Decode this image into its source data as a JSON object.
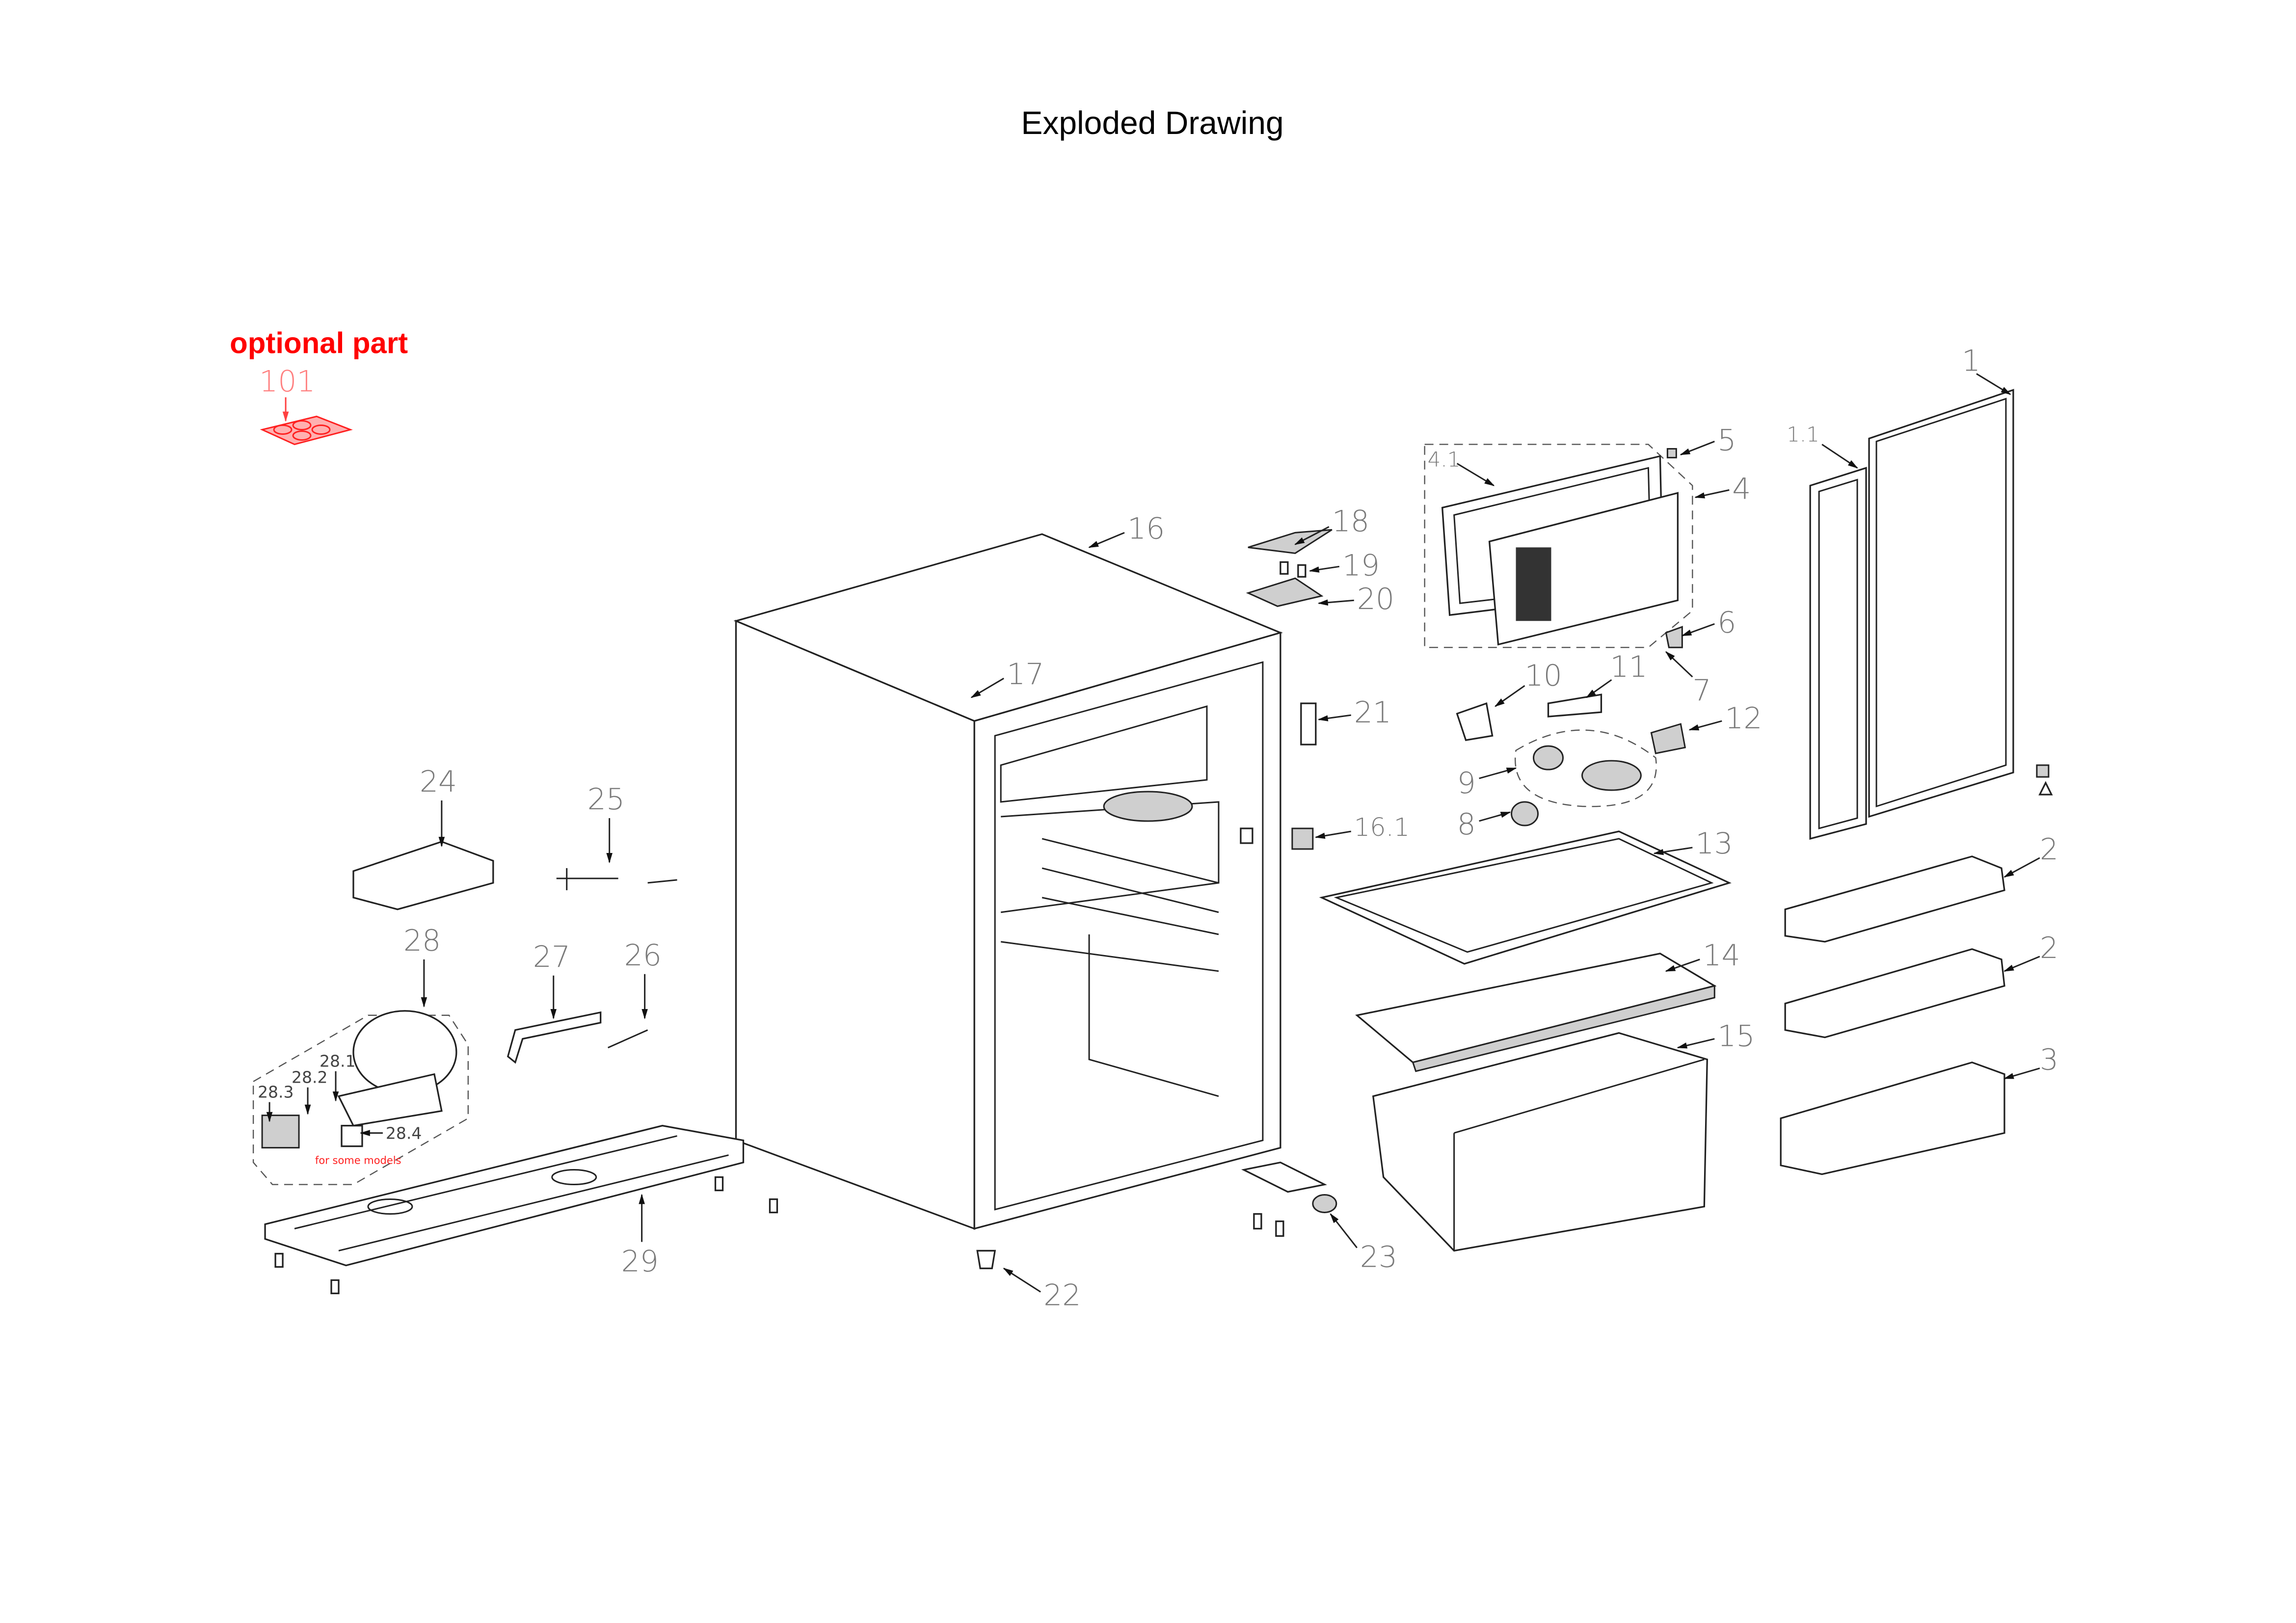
{
  "title": "Exploded Drawing",
  "optional_part": {
    "heading": "optional part",
    "label": "101"
  },
  "note": "for some models",
  "labels": {
    "p1": "1",
    "p1_1": "1.1",
    "p2a": "2",
    "p2b": "2",
    "p3": "3",
    "p4": "4",
    "p4_1": "4.1",
    "p5": "5",
    "p6": "6",
    "p7": "7",
    "p8": "8",
    "p9": "9",
    "p10": "10",
    "p11": "11",
    "p12": "12",
    "p13": "13",
    "p14": "14",
    "p15": "15",
    "p16": "16",
    "p16_1": "16.1",
    "p17": "17",
    "p18": "18",
    "p19": "19",
    "p20": "20",
    "p21": "21",
    "p22": "22",
    "p23": "23",
    "p24": "24",
    "p25": "25",
    "p26": "26",
    "p27": "27",
    "p28": "28",
    "p28_1": "28.1",
    "p28_2": "28.2",
    "p28_3": "28.3",
    "p28_4": "28.4",
    "p29": "29"
  },
  "colors": {
    "optional": "#ff0000",
    "label": "#7a7a7a",
    "line": "#222222"
  }
}
